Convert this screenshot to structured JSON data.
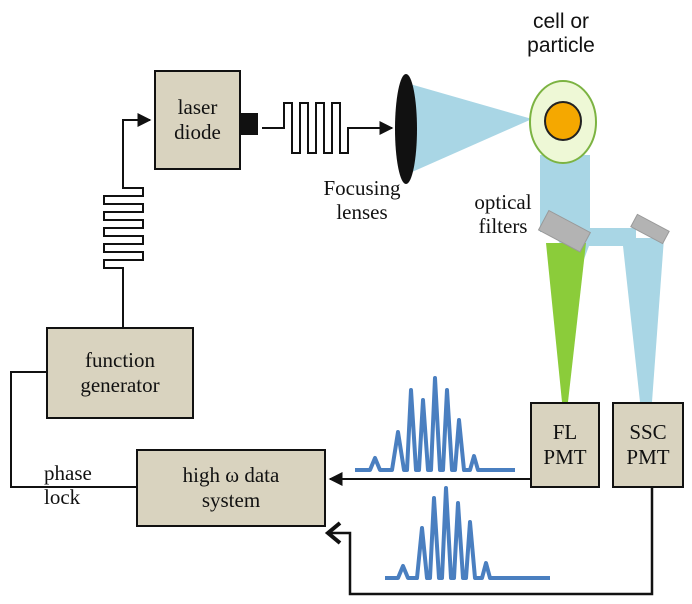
{
  "colors": {
    "block_fill": "#d9d3bf",
    "beam_fill": "#a9d6e5",
    "fluorescence_fill": "#8bcc3a",
    "filter_fill": "#b3b3b3",
    "signal_stroke": "#4a7fc0",
    "cell_outer": "#eef8d6",
    "cell_inner": "#f5a800",
    "wire": "#111111"
  },
  "blocks": {
    "laser_diode": [
      "laser",
      "diode"
    ],
    "function_generator": [
      "function",
      "generator"
    ],
    "data_system": [
      "high ω data",
      "system"
    ],
    "fl_pmt": [
      "FL",
      "PMT"
    ],
    "ssc_pmt": [
      "SSC",
      "PMT"
    ]
  },
  "labels": {
    "cell": [
      "cell or",
      "particle"
    ],
    "focusing_lenses": [
      "Focusing",
      "lenses"
    ],
    "optical_filters": [
      "optical",
      "filters"
    ],
    "phase_lock": [
      "phase",
      "lock"
    ]
  }
}
